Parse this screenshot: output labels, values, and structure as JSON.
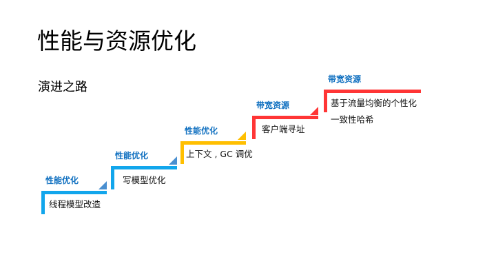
{
  "title": "性能与资源优化",
  "subtitle": "演进之路",
  "colors": {
    "blue": "#12A6EC",
    "yellow": "#FFBF00",
    "red": "#FF3535",
    "label": "#1070C0"
  },
  "steps": [
    {
      "category": "性能优化",
      "items": [
        "线程模型改造"
      ]
    },
    {
      "category": "性能优化",
      "items": [
        "写模型优化"
      ]
    },
    {
      "category": "性能优化",
      "items": [
        "上下文 , GC 调优"
      ]
    },
    {
      "category": "带宽资源",
      "items": [
        "客户端寻址"
      ]
    },
    {
      "category": "带宽资源",
      "items": [
        "基于流量均衡的个性化",
        "一致性哈希"
      ]
    }
  ]
}
